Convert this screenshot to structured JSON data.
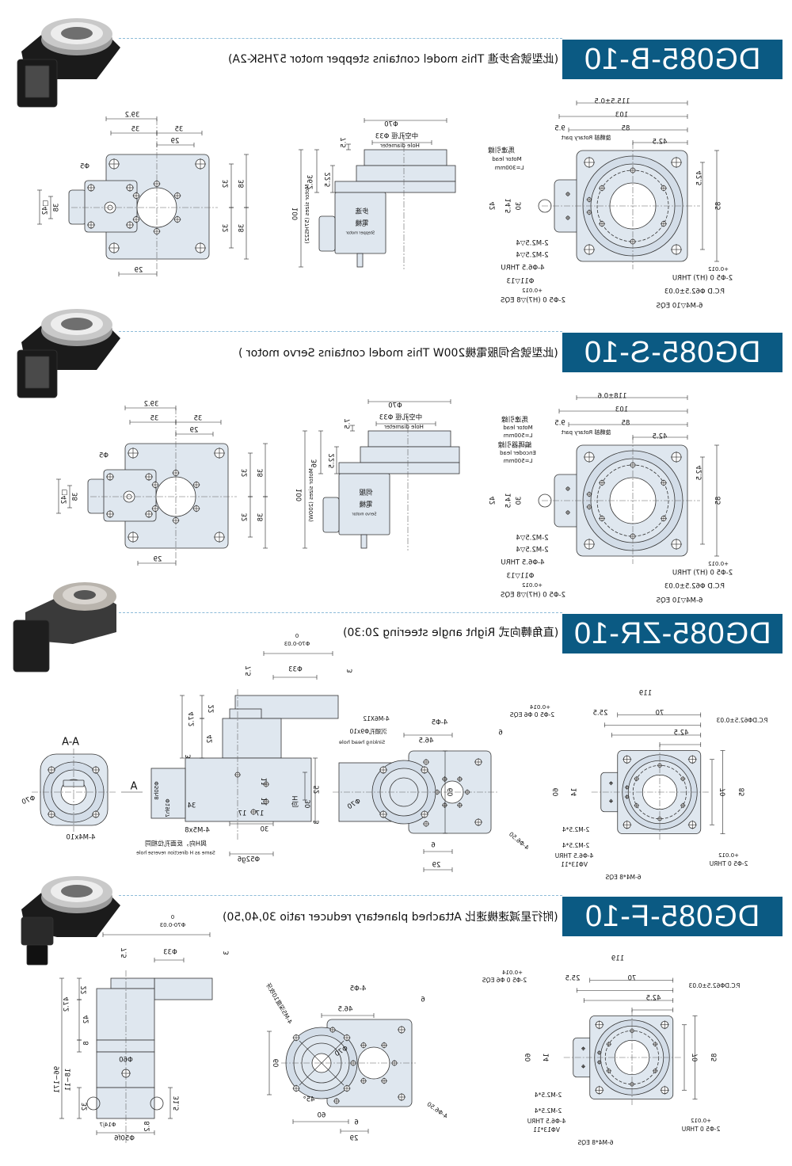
{
  "colors": {
    "header_bg": "#0b5a83",
    "part_fill": "#dfe7ef",
    "divider": "#8dbbd8"
  },
  "sections": [
    {
      "title": "DG085-B-10",
      "subtitle": "(此型號含步進 This model contains stepper motor 57HSK-2A)",
      "labels": [
        "39.2",
        "35",
        "35",
        "29",
        "Φ5",
        "□42",
        "38",
        "32",
        "32",
        "38",
        "38",
        "29",
        "Φ70",
        "中空孔徑 Φ33",
        "Hole diameter",
        "7.5",
        "36.2",
        "22.5",
        "100",
        "Motor sizes (57HS22)",
        "步進",
        "電機",
        "Stepper motor",
        "115.5±0.5",
        "103",
        "85",
        "9.5",
        "旋轉部 Rotary part",
        "42.5",
        "馬達引線",
        "Motor lead",
        "L=300mm",
        "42",
        "14.5",
        "30",
        "42.5",
        "85",
        "2-M2.5▽4",
        "2-M2.5▽4",
        "4-Φ6.5 THRU",
        "Φ11▽13",
        "+0.012",
        "2-Φ5 0 (H7)▽8 EQS",
        "+0.012",
        "2-Φ5 0 (H7) THRU",
        "P.C.D Φ62.5±0.03",
        "6-M4▽10 EQS"
      ]
    },
    {
      "title": "DG085-S-10",
      "subtitle": "(此型號含伺服電機200W  This model contains Servo motor )",
      "labels": [
        "39.2",
        "35",
        "35",
        "29",
        "Φ5",
        "□42",
        "38",
        "32",
        "32",
        "38",
        "38",
        "29",
        "Φ70",
        "中空孔徑 Φ33",
        "Hole diameter",
        "7.5",
        "36",
        "22.5",
        "100",
        "Motor sizes (200W)",
        "伺服",
        "電機",
        "Servo motor",
        "118±0.6",
        "103",
        "85",
        "9.5",
        "旋轉部 Rotary part",
        "42.5",
        "馬達引線",
        "Motor lead",
        "L=500mm",
        "42",
        "14.5",
        "30",
        "42.5",
        "85",
        "2-M2.5▽4",
        "2-M2.5▽4",
        "4-Φ6.5 THRU",
        "Φ11▽13",
        "+0.012",
        "2-Φ5 0 (H7)▽8 EQS",
        "+0.012",
        "2-Φ5 0 (H7) THRU",
        "P.C.D Φ62.5±0.03",
        "6-M4▽10 EQS",
        "編碼器引線",
        "Encoder lead",
        "L=500mm"
      ]
    },
    {
      "title": "DG085-ZR-10",
      "subtitle": "(直角轉向式 Right angle steering 20:30)",
      "labels": [
        "0",
        "Φ70-0.03",
        "Φ33",
        "7.5",
        "3",
        "22",
        "47.2",
        "42",
        "3",
        "A-A",
        "A",
        "Φ70",
        "4-M4x10",
        "Φ50h8",
        "Φ19h7",
        "34",
        "17",
        "17",
        "11",
        "11",
        "H向",
        "30",
        "52",
        "3",
        "30",
        "4-M5x8",
        "與H向，反面孔位相同",
        "Same as H direction reverse hole",
        "Φ52g6",
        "4-M6X12",
        "沉頭孔Φ9x10",
        "Sinking head hole",
        "4-Φ5",
        "46.5",
        "6",
        "60",
        "Φ70",
        "4-Φ6.50",
        "6",
        "29",
        "119",
        "25.5",
        "70",
        "42.5",
        "+0.014",
        "2-Φ5 0 Φ6 EQS",
        "P.C.DΦ62.5±0.03",
        "60",
        "14",
        "70",
        "85",
        "2-M2.5*4",
        "2-M2.5*4",
        "4-Φ6.5 THRU",
        "VΦ13*11",
        "+0.012",
        "2-Φ5 0 THRU",
        "6-M4*8 EQS"
      ]
    },
    {
      "title": "DG085-F-10",
      "subtitle": "(附行星減速機速比 Attached planetary reducer ratio 30,40,50)",
      "labels": [
        "0",
        "Φ70-0.03",
        "Φ33",
        "7.5",
        "3",
        "22",
        "47.2",
        "42",
        "8",
        "Φ60",
        "96~171",
        "18~11",
        "32",
        "31.5",
        "Φ14j7",
        "8.2",
        "Φ50f6",
        "4-M5深度10攻牙",
        "4-Φ5",
        "6",
        "46.5",
        "Φ70",
        "60",
        "45°",
        "60",
        "6",
        "29",
        "4-Φ6.50",
        "119",
        "25.5",
        "70",
        "42.5",
        "+0.014",
        "2-Φ5 0 Φ6 EQS",
        "P.C.DΦ62.5±0.03",
        "60",
        "14",
        "70",
        "85",
        "2-M2.5*4",
        "2-M2.5*4",
        "4-Φ6.5 THRU",
        "VΦ13*11",
        "+0.012",
        "2-Φ5 0 THRU",
        "6-M4*8 EQS"
      ]
    }
  ]
}
